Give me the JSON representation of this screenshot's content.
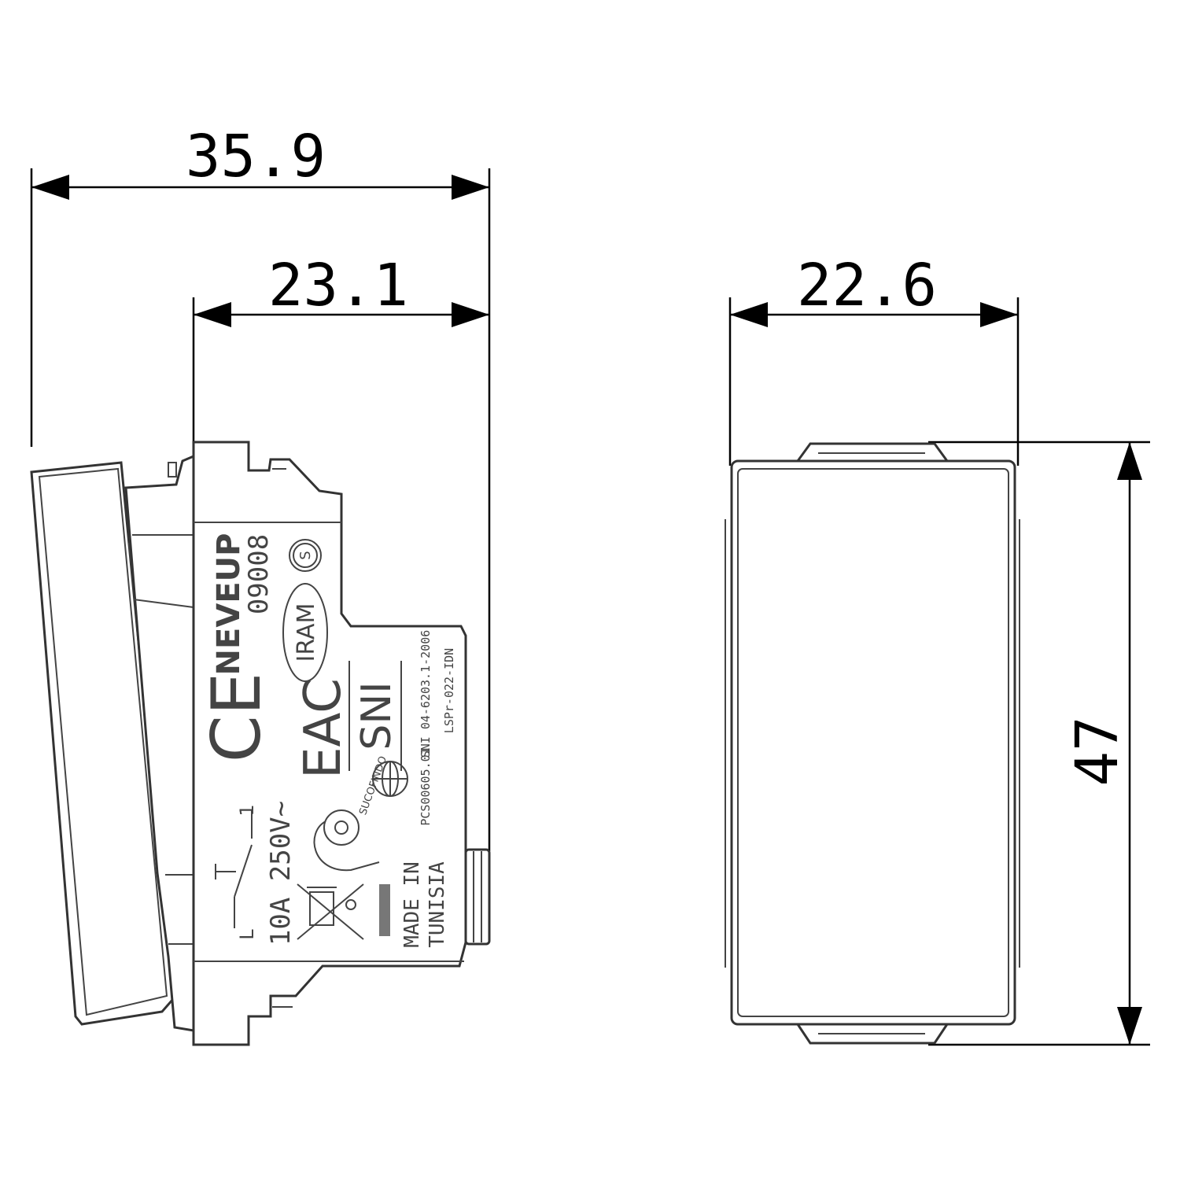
{
  "dimensions": {
    "overall_depth": "35.9",
    "body_depth": "23.1",
    "width": "22.6",
    "height": "47"
  },
  "markings": {
    "brand": "NEVEUP",
    "code": "09008",
    "ce": "CE",
    "eac": "EAC",
    "iram": "IRAM",
    "iram_s": "S",
    "sni": "SNI",
    "sni_standard": "SNI 04-6203.1-2006",
    "lspr": "LSPr-022-IDN",
    "pcs": "PCS00605.01",
    "sucofindo": "SUCOFINDO",
    "rating": "10A 250V~",
    "terminal_l": "L",
    "terminal_1": "1",
    "made_in": "MADE IN",
    "country": "TUNISIA"
  }
}
